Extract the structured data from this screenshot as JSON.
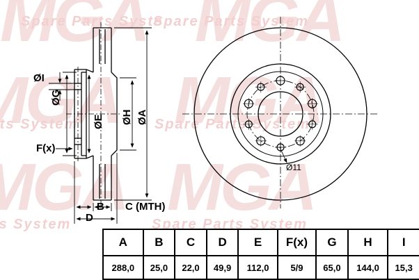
{
  "watermark": {
    "text": "Spare Parts System",
    "text_short": "Spare Parts Syste",
    "text_left": "rts System"
  },
  "drawing": {
    "labels": {
      "i": "ØI",
      "g": "ØG",
      "e": "ØE",
      "h": "ØH",
      "a": "ØA",
      "f": "F(x)",
      "b": "B",
      "c": "C (MTH)",
      "d": "D",
      "hole": "Ø11"
    }
  },
  "spec_table": {
    "headers": [
      "A",
      "B",
      "C",
      "D",
      "E",
      "F(x)",
      "G",
      "H",
      "I"
    ],
    "values": [
      "288,0",
      "25,0",
      "22,0",
      "49,9",
      "112,0",
      "5/9",
      "65,0",
      "144,0",
      "15,3"
    ]
  },
  "colors": {
    "watermark": "#f3cfcf",
    "line": "#000000"
  }
}
